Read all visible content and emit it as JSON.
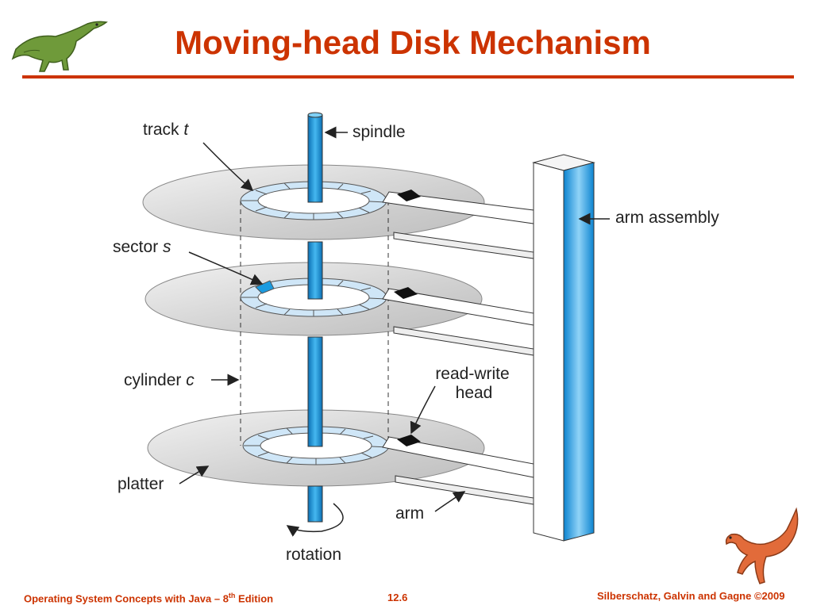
{
  "slide": {
    "title": "Moving-head Disk Mechanism",
    "labels": {
      "track": "track",
      "track_var": "t",
      "spindle": "spindle",
      "arm_assembly": "arm assembly",
      "sector": "sector",
      "sector_var": "s",
      "cylinder": "cylinder",
      "cylinder_var": "c",
      "read_write_1": "read-write",
      "read_write_2": "head",
      "platter": "platter",
      "arm": "arm",
      "rotation": "rotation"
    },
    "footer": {
      "left_prefix": "Operating System Concepts  with Java – 8",
      "left_sup": "th",
      "left_suffix": " Edition",
      "page": "12.6",
      "right": "Silberschatz, Galvin and Gagne ©2009"
    }
  },
  "colors": {
    "title": "#cc3300",
    "spindle": "#1a9be0",
    "track_band": "#cfe6f7",
    "platter": "#d6d6d6"
  },
  "icons": [
    "dinosaur-icon-green",
    "dinosaur-icon-red"
  ]
}
